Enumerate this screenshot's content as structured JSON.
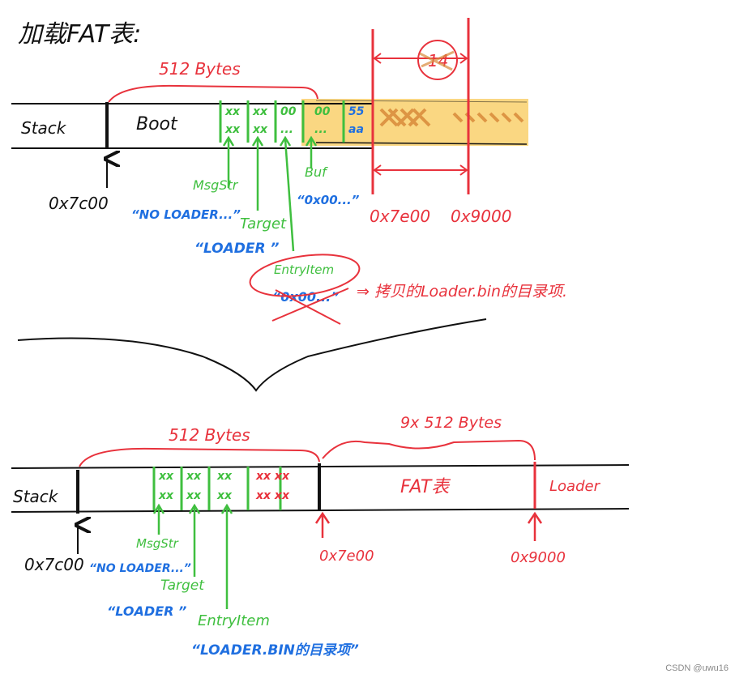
{
  "title": "加载FAT表:",
  "top": {
    "size_label": "512 Bytes",
    "size_label_small": "14",
    "cells": {
      "stack": "Stack",
      "boot": "Boot",
      "c1a": "xx",
      "c1b": "xx",
      "c2a": "xx",
      "c2b": "xx",
      "c3a": "00",
      "c3b": "...",
      "c4a": "00",
      "c4b": "...",
      "c5a": "55",
      "c5b": "aa"
    },
    "addr_stack": "0x7c00",
    "addr_boot_end": "0x7e00",
    "addr_buf_end": "0x9000",
    "labels": {
      "msgstr": "MsgStr",
      "msgstr_val": "“NO LOADER...”",
      "target": "Target",
      "target_val": "“LOADER ”",
      "buf": "Buf",
      "buf_val": "“0x00...”",
      "entry": "EntryItem",
      "entry_val": "“0x00...”",
      "entry_note": "⇒ 拷贝的Loader.bin的目录项."
    }
  },
  "bottom": {
    "size_label": "512 Bytes",
    "size_label_fat": "9x 512 Bytes",
    "cells": {
      "stack": "Stack",
      "c1a": "xx",
      "c1b": "xx",
      "c2a": "xx",
      "c2b": "xx",
      "c3a": "xx",
      "c3b": "xx",
      "c4a": "xx xx",
      "c4b": "xx xx",
      "fat": "FAT表",
      "loader": "Loader"
    },
    "addr_stack": "0x7c00",
    "addr_fat": "0x7e00",
    "addr_loader": "0x9000",
    "labels": {
      "msgstr": "MsgStr",
      "msgstr_val": "“NO LOADER...”",
      "target": "Target",
      "target_val": "“LOADER ”",
      "entry": "EntryItem",
      "entry_val": "“LOADER.BIN的目录项”"
    }
  },
  "watermark": "CSDN @uwu16",
  "colors": {
    "ink": "#111111",
    "green": "#3fbf3f",
    "blue": "#1f6fe0",
    "red": "#e8323c",
    "highlight": "#f5b71c",
    "hatch": "#d98a3a"
  }
}
